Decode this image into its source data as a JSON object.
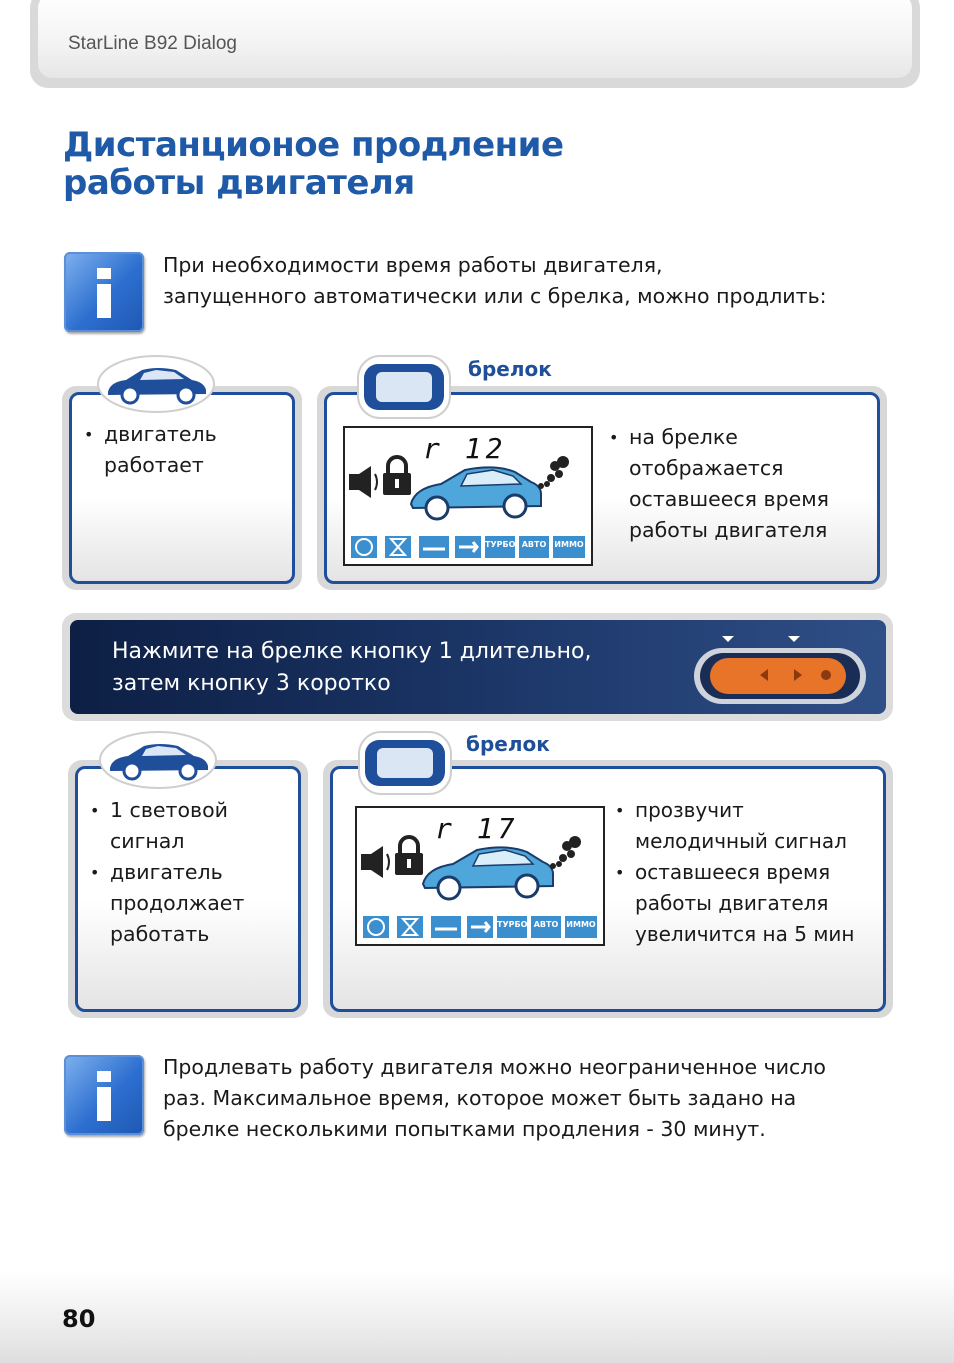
{
  "header": {
    "doc_title": "StarLine B92 Dialog"
  },
  "page": {
    "title_line1": "Дистанционое продление",
    "title_line2": "работы двигателя",
    "number": "80"
  },
  "intro": {
    "line1": "При необходимости время работы двигателя,",
    "line2": "запущенного автоматически или с брелка, можно продлить:"
  },
  "step1": {
    "car_items": [
      "двигатель",
      "работает"
    ],
    "fob_label": "брелок",
    "lcd_reading": "r 12",
    "lcd_icons": [
      "ТУРБО",
      "АВТО",
      "ИММО"
    ],
    "fob_items": [
      "на брелке",
      "отображается",
      "оставшееся время",
      "работы двигателя"
    ]
  },
  "instruction": {
    "line1": "Нажмите на брелке кнопку 1 длительно,",
    "line2": "затем кнопку 3 коротко"
  },
  "step2": {
    "car_items": [
      "1 световой",
      "сигнал",
      "двигатель",
      "продолжает",
      "работать"
    ],
    "fob_label": "брелок",
    "lcd_reading": "r 17",
    "lcd_icons": [
      "ТУРБО",
      "АВТО",
      "ИММО"
    ],
    "fob_items": [
      "прозвучит",
      "мелодичный сигнал",
      "оставшееся время",
      "работы двигателя",
      "увеличится на 5 мин"
    ]
  },
  "note": {
    "line1": "Продлевать работу двигателя можно неограниченное число",
    "line2": "раз. Максимальное время, которое может быть задано на",
    "line3": "брелке несколькими попытками продления - 30 минут."
  },
  "colors": {
    "title": "#1e5aa8",
    "box_border": "#1f4e9a",
    "bar_dark": "#0d1f44",
    "button_orange": "#e8742a",
    "lcd_icon_blue": "#3c8fcf"
  }
}
